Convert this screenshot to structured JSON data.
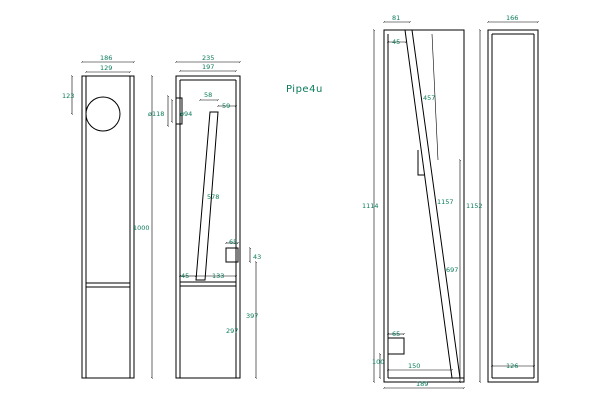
{
  "title": "Pipe4u",
  "views": {
    "front": {
      "width": "186",
      "driver_offset": "129",
      "driver_height": "123",
      "height": "1000"
    },
    "side": {
      "width_total": "235",
      "width_inner": "197",
      "top_gap": "58",
      "baffle_gap": "59",
      "hole_outer": "ø118",
      "hole_inner": "ø94",
      "baffle_length": "578",
      "port_width": "65",
      "port_height": "43",
      "base_left": "45",
      "base_right": "133",
      "chamber_height": "297",
      "lower_height": "397"
    },
    "section": {
      "top_width": "81",
      "top_inset": "45",
      "upper_length": "457",
      "height": "1114",
      "diag_length": "1157",
      "lower_height": "697",
      "port_width": "65",
      "bottom_height": "100",
      "bottom_inner": "150",
      "bottom_outer": "189"
    },
    "rear": {
      "width": "166",
      "height": "1152",
      "bottom": "126"
    }
  }
}
